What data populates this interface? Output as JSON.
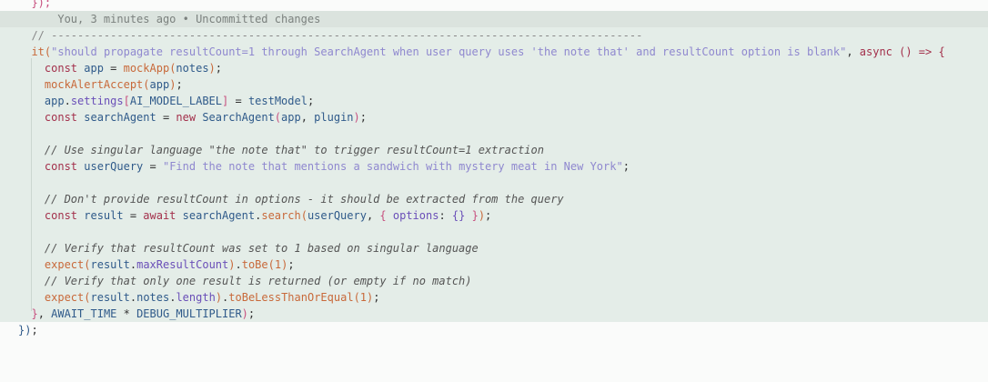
{
  "blame": {
    "author": "You",
    "time": "3 minutes ago",
    "separator": "•",
    "status": "Uncommitted changes"
  },
  "colors": {
    "added_bar": "#3f8a5e",
    "highlight_bg": "#e4ede8",
    "blame_bg": "#dbe3de"
  },
  "lines": [
    {
      "hl": false,
      "tokens": [
        [
          "  ",
          ""
        ],
        [
          "});",
          "br2"
        ]
      ]
    },
    {
      "hl": true,
      "blame": true,
      "tokens": [
        [
          "      You, 3 minutes ago • Uncommitted changes",
          "bl"
        ]
      ]
    },
    {
      "hl": true,
      "tokens": [
        [
          "  // ------------------------------------------------------------------------------------------",
          "dash"
        ]
      ]
    },
    {
      "hl": true,
      "tokens": [
        [
          "  ",
          ""
        ],
        [
          "it",
          "fn"
        ],
        [
          "(",
          "br"
        ],
        [
          "\"should propagate resultCount=1 through SearchAgent when user query uses 'the note that' and resultCount option is blank\"",
          "str"
        ],
        [
          ", ",
          "pu"
        ],
        [
          "async",
          "kw"
        ],
        [
          " () => {",
          "kw"
        ]
      ]
    },
    {
      "hl": true,
      "tokens": [
        [
          "    ",
          ""
        ],
        [
          "const",
          "kw"
        ],
        [
          " app ",
          "id"
        ],
        [
          "= ",
          "pu"
        ],
        [
          "mockApp",
          "fn"
        ],
        [
          "(",
          "br"
        ],
        [
          "notes",
          "id"
        ],
        [
          ")",
          "br"
        ],
        [
          ";",
          "pu"
        ]
      ]
    },
    {
      "hl": true,
      "tokens": [
        [
          "    ",
          ""
        ],
        [
          "mockAlertAccept",
          "fn"
        ],
        [
          "(",
          "br"
        ],
        [
          "app",
          "id"
        ],
        [
          ")",
          "br"
        ],
        [
          ";",
          "pu"
        ]
      ]
    },
    {
      "hl": true,
      "tokens": [
        [
          "    ",
          ""
        ],
        [
          "app",
          "id"
        ],
        [
          ".",
          "pu"
        ],
        [
          "settings",
          "pr"
        ],
        [
          "[",
          "br2"
        ],
        [
          "AI_MODEL_LABEL",
          "id"
        ],
        [
          "]",
          "br2"
        ],
        [
          " = ",
          "pu"
        ],
        [
          "testModel",
          "id"
        ],
        [
          ";",
          "pu"
        ]
      ]
    },
    {
      "hl": true,
      "tokens": [
        [
          "    ",
          ""
        ],
        [
          "const",
          "kw"
        ],
        [
          " searchAgent ",
          "id"
        ],
        [
          "= ",
          "pu"
        ],
        [
          "new",
          "kw"
        ],
        [
          " SearchAgent",
          "id"
        ],
        [
          "(",
          "br2"
        ],
        [
          "app",
          "id"
        ],
        [
          ", ",
          "pu"
        ],
        [
          "plugin",
          "id"
        ],
        [
          ")",
          "br2"
        ],
        [
          ";",
          "pu"
        ]
      ]
    },
    {
      "hl": true,
      "tokens": [
        [
          "",
          ""
        ]
      ]
    },
    {
      "hl": true,
      "tokens": [
        [
          "    ",
          ""
        ],
        [
          "// Use singular language \"the note that\" to trigger resultCount=1 extraction",
          "cm"
        ]
      ]
    },
    {
      "hl": true,
      "tokens": [
        [
          "    ",
          ""
        ],
        [
          "const",
          "kw"
        ],
        [
          " userQuery ",
          "id"
        ],
        [
          "= ",
          "pu"
        ],
        [
          "\"Find the note that mentions a sandwich with mystery meat in New York\"",
          "str"
        ],
        [
          ";",
          "pu"
        ]
      ]
    },
    {
      "hl": true,
      "tokens": [
        [
          "",
          ""
        ]
      ]
    },
    {
      "hl": true,
      "tokens": [
        [
          "    ",
          ""
        ],
        [
          "// Don't provide resultCount in options - it should be extracted from the query",
          "cm"
        ]
      ]
    },
    {
      "hl": true,
      "tokens": [
        [
          "    ",
          ""
        ],
        [
          "const",
          "kw"
        ],
        [
          " result ",
          "id"
        ],
        [
          "= ",
          "pu"
        ],
        [
          "await",
          "kw"
        ],
        [
          " searchAgent",
          "id"
        ],
        [
          ".",
          "pu"
        ],
        [
          "search",
          "fn"
        ],
        [
          "(",
          "br"
        ],
        [
          "userQuery",
          "id"
        ],
        [
          ", ",
          "pu"
        ],
        [
          "{ ",
          "br2"
        ],
        [
          "options",
          "pr"
        ],
        [
          ": ",
          "pu"
        ],
        [
          "{}",
          "pr"
        ],
        [
          " }",
          "br2"
        ],
        [
          ")",
          "br"
        ],
        [
          ";",
          "pu"
        ]
      ]
    },
    {
      "hl": true,
      "tokens": [
        [
          "",
          ""
        ]
      ]
    },
    {
      "hl": true,
      "tokens": [
        [
          "    ",
          ""
        ],
        [
          "// Verify that resultCount was set to 1 based on singular language",
          "cm"
        ]
      ]
    },
    {
      "hl": true,
      "tokens": [
        [
          "    ",
          ""
        ],
        [
          "expect",
          "fn"
        ],
        [
          "(",
          "br"
        ],
        [
          "result",
          "id"
        ],
        [
          ".",
          "pu"
        ],
        [
          "maxResultCount",
          "pr"
        ],
        [
          ")",
          "br"
        ],
        [
          ".",
          "pu"
        ],
        [
          "toBe",
          "fn"
        ],
        [
          "(",
          "br"
        ],
        [
          "1",
          "num"
        ],
        [
          ")",
          "br"
        ],
        [
          ";",
          "pu"
        ]
      ]
    },
    {
      "hl": true,
      "tokens": [
        [
          "    ",
          ""
        ],
        [
          "// Verify that only one result is returned (or empty if no match)",
          "cm"
        ]
      ]
    },
    {
      "hl": true,
      "tokens": [
        [
          "    ",
          ""
        ],
        [
          "expect",
          "fn"
        ],
        [
          "(",
          "br"
        ],
        [
          "result",
          "id"
        ],
        [
          ".",
          "pu"
        ],
        [
          "notes",
          "id"
        ],
        [
          ".",
          "pu"
        ],
        [
          "length",
          "pr"
        ],
        [
          ")",
          "br"
        ],
        [
          ".",
          "pu"
        ],
        [
          "toBeLessThanOrEqual",
          "fn"
        ],
        [
          "(",
          "br"
        ],
        [
          "1",
          "num"
        ],
        [
          ")",
          "br"
        ],
        [
          ";",
          "pu"
        ]
      ]
    },
    {
      "hl": true,
      "tokens": [
        [
          "  ",
          ""
        ],
        [
          "}",
          "br2"
        ],
        [
          ", ",
          "pu"
        ],
        [
          "AWAIT_TIME",
          "id"
        ],
        [
          " * ",
          "pu"
        ],
        [
          "DEBUG_MULTIPLIER",
          "id"
        ],
        [
          ")",
          "br2"
        ],
        [
          ";",
          "pu"
        ]
      ]
    },
    {
      "hl": false,
      "tokens": [
        [
          "})",
          "id"
        ],
        [
          ";",
          "pu"
        ]
      ]
    }
  ]
}
